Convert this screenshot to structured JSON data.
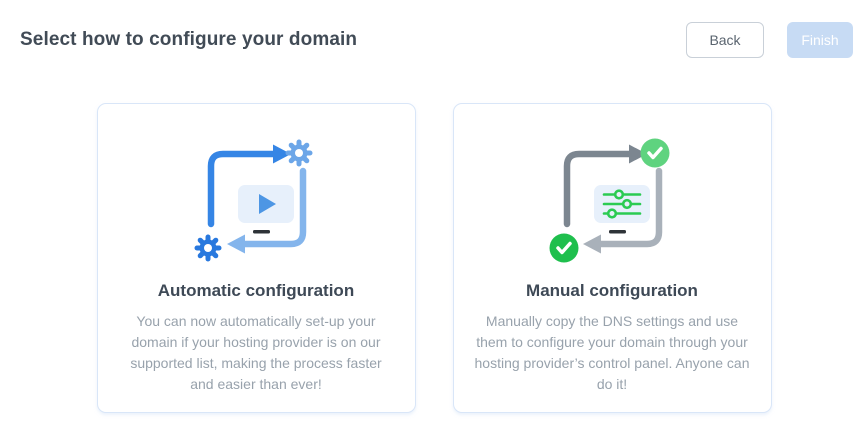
{
  "header": {
    "title": "Select how to configure your domain",
    "back_label": "Back",
    "finish_label": "Finish"
  },
  "cards": [
    {
      "title": "Automatic configuration",
      "description": "You can now automatically set-up your domain if your hosting provider is on our supported list, making the process faster and easier than ever!",
      "icon": "automatic-sync-gears-icon"
    },
    {
      "title": "Manual configuration",
      "description": "Manually copy the DNS settings and use them to configure your domain through your hosting provider’s control panel. Anyone can do it!",
      "icon": "manual-sync-checks-icon"
    }
  ],
  "colors": {
    "accent_blue_dark": "#2878de",
    "accent_blue_arrow": "#3585e5",
    "accent_blue_light": "#84b5ec",
    "gear_blue_light": "#6ca6e8",
    "gray_arrow_dark": "#7c8690",
    "gray_arrow_light": "#a9b1ba",
    "green_light": "#5fd37f",
    "green_dark": "#1fbf4d",
    "slider_green": "#2bcb52",
    "card_border": "#d9e6f8",
    "finish_button_bg": "#c7dbf4",
    "title_text": "#414b56",
    "desc_text": "#98a2ac"
  }
}
